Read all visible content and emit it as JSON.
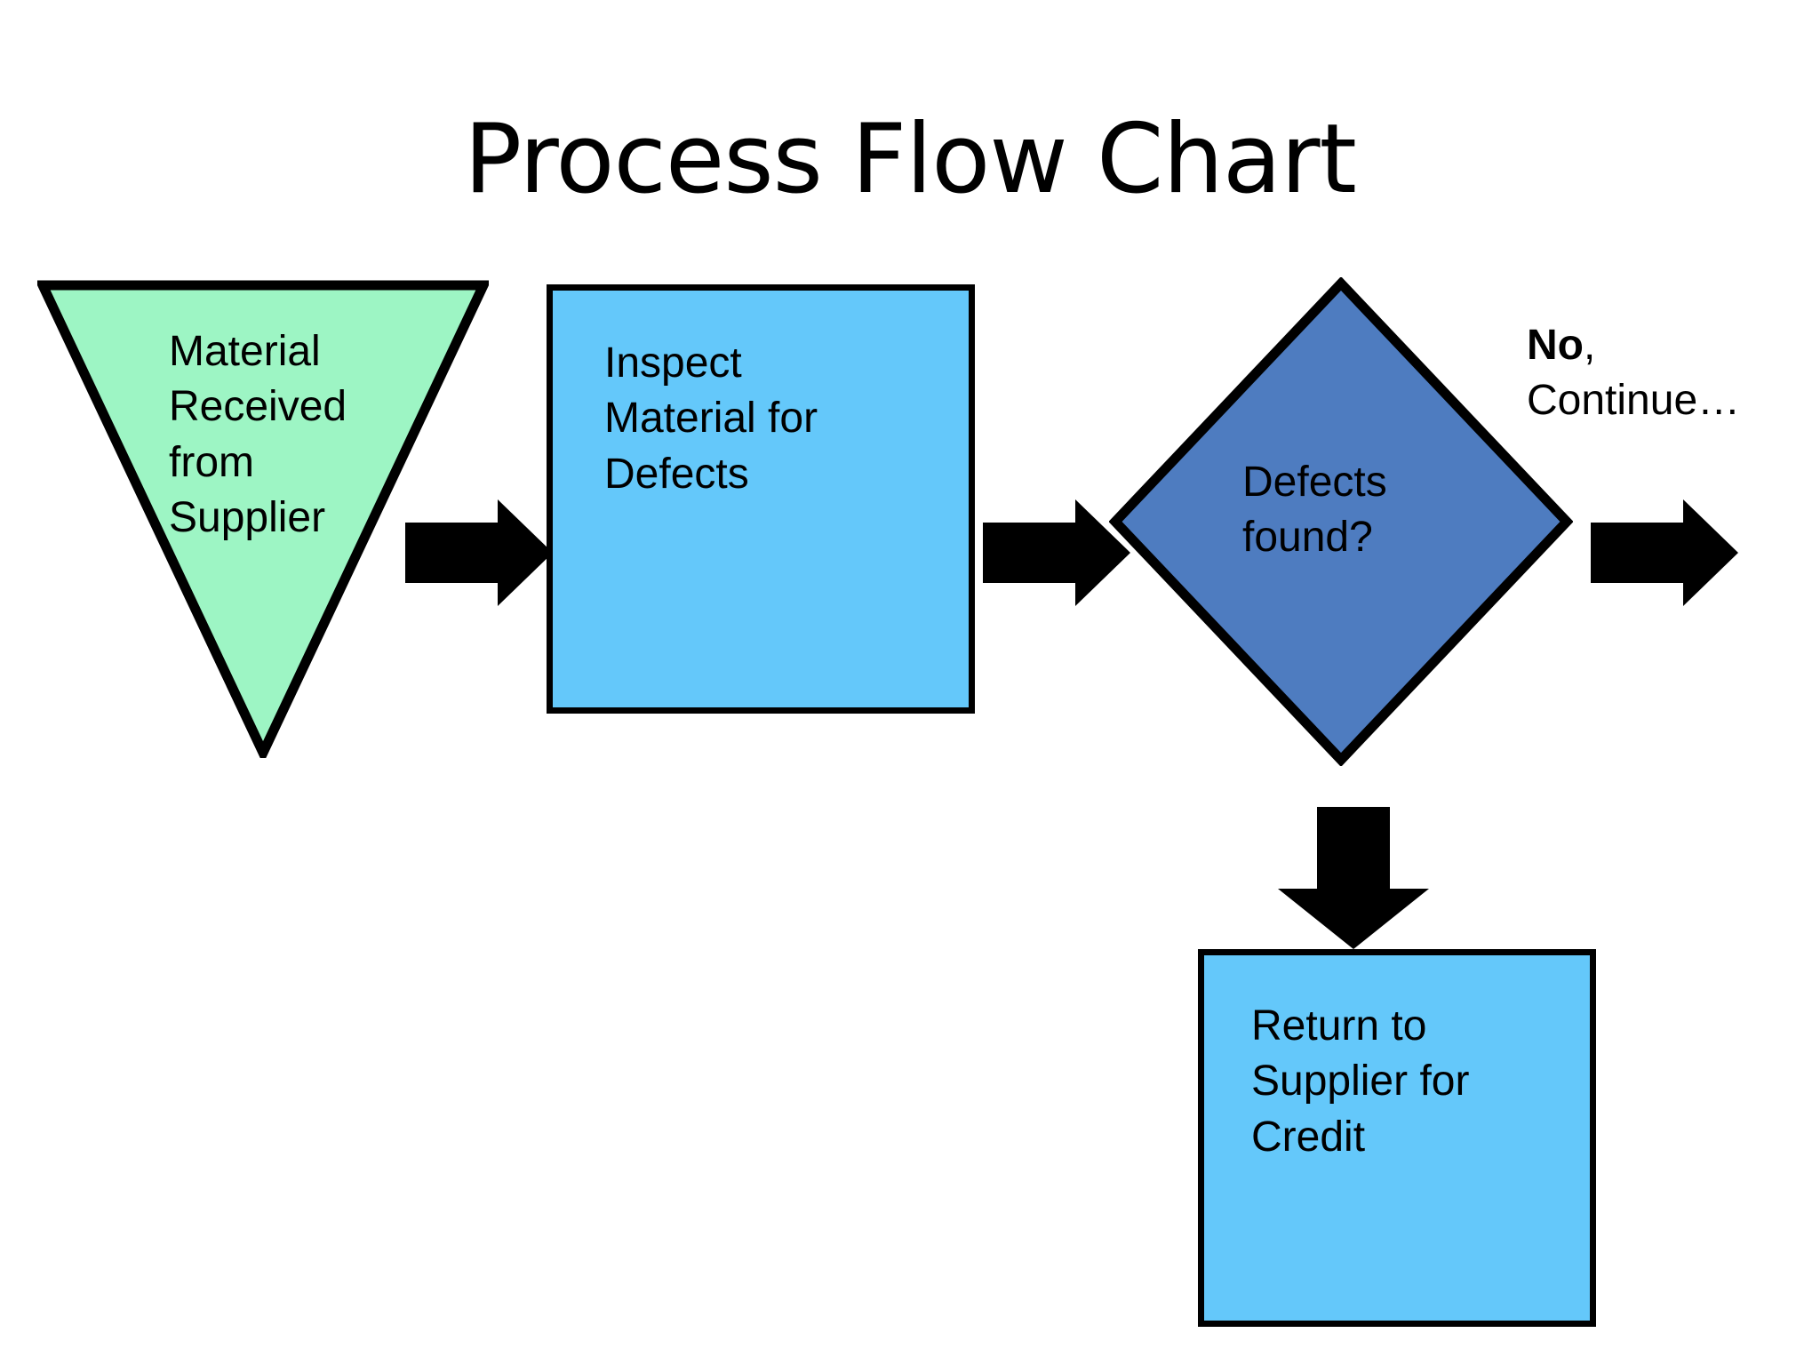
{
  "title": "Process Flow Chart",
  "colors": {
    "background": "#ffffff",
    "outline": "#000000",
    "start_fill": "#9df5c4",
    "process_fill": "#64c8fa",
    "decision_fill": "#4e7cc0",
    "arrow_fill": "#000000"
  },
  "nodes": {
    "start": {
      "shape": "inverted-triangle",
      "label": "Material\nReceived\nfrom\nSupplier",
      "fill": "#9df5c4"
    },
    "inspect": {
      "shape": "rectangle",
      "label": "Inspect\nMaterial for\nDefects",
      "fill": "#64c8fa"
    },
    "decision": {
      "shape": "diamond",
      "label": "Defects\nfound?",
      "fill": "#4e7cc0"
    },
    "return": {
      "shape": "rectangle",
      "label": "Return to\nSupplier for\nCredit",
      "fill": "#64c8fa"
    }
  },
  "branches": {
    "no": {
      "emphasis": "No",
      "rest": ",",
      "continuation": "Continue…"
    }
  },
  "connectors": [
    {
      "name": "start-to-inspect",
      "direction": "right"
    },
    {
      "name": "inspect-to-decision",
      "direction": "right"
    },
    {
      "name": "decision-to-continue",
      "direction": "right"
    },
    {
      "name": "decision-to-return",
      "direction": "down"
    }
  ]
}
